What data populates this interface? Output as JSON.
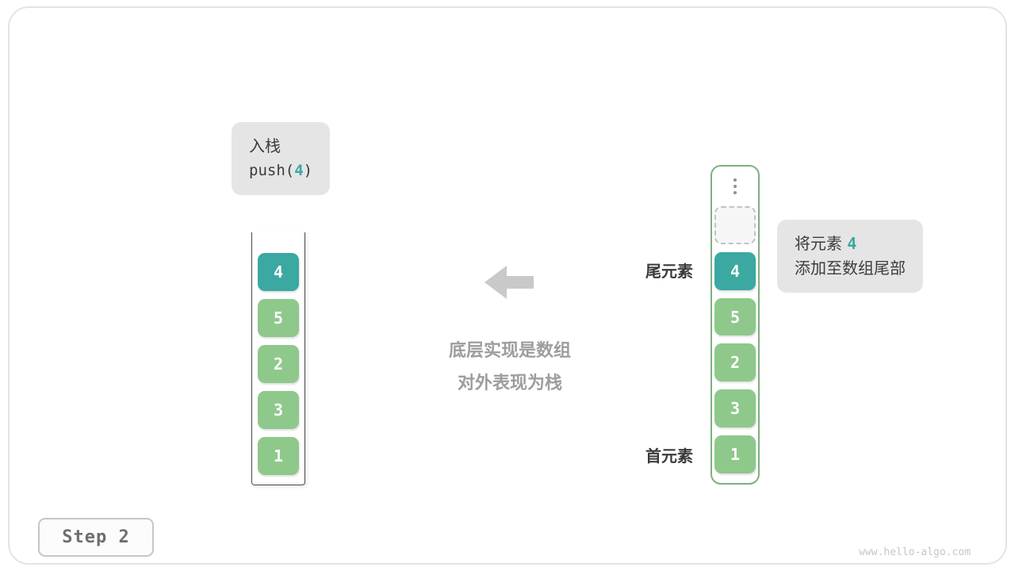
{
  "colors": {
    "teal": "#3BA8A2",
    "green": "#8FC88B",
    "label_bg": "#E5E5E5",
    "array_border": "#7FAF80",
    "dark_text": "#3C3C3C"
  },
  "push_label": {
    "line1": "入栈",
    "code_prefix": "push(",
    "code_value": "4",
    "code_suffix": ")"
  },
  "left_stack": {
    "cells": [
      {
        "value": "4",
        "type": "teal"
      },
      {
        "value": "5",
        "type": "green"
      },
      {
        "value": "2",
        "type": "green"
      },
      {
        "value": "3",
        "type": "green"
      },
      {
        "value": "1",
        "type": "green"
      }
    ]
  },
  "center": {
    "line1": "底层实现是数组",
    "line2": "对外表现为栈"
  },
  "right_stack": {
    "ellipsis_icon": "vertical-ellipsis",
    "tail_label": "尾元素",
    "head_label": "首元素",
    "cells": [
      {
        "value": "4",
        "type": "teal"
      },
      {
        "value": "5",
        "type": "green"
      },
      {
        "value": "2",
        "type": "green"
      },
      {
        "value": "3",
        "type": "green"
      },
      {
        "value": "1",
        "type": "green"
      }
    ]
  },
  "annotation": {
    "line1_prefix": "将元素 ",
    "line1_value": "4",
    "line2": "添加至数组尾部"
  },
  "footer": {
    "step_label": "Step 2",
    "watermark": "www.hello-algo.com"
  }
}
